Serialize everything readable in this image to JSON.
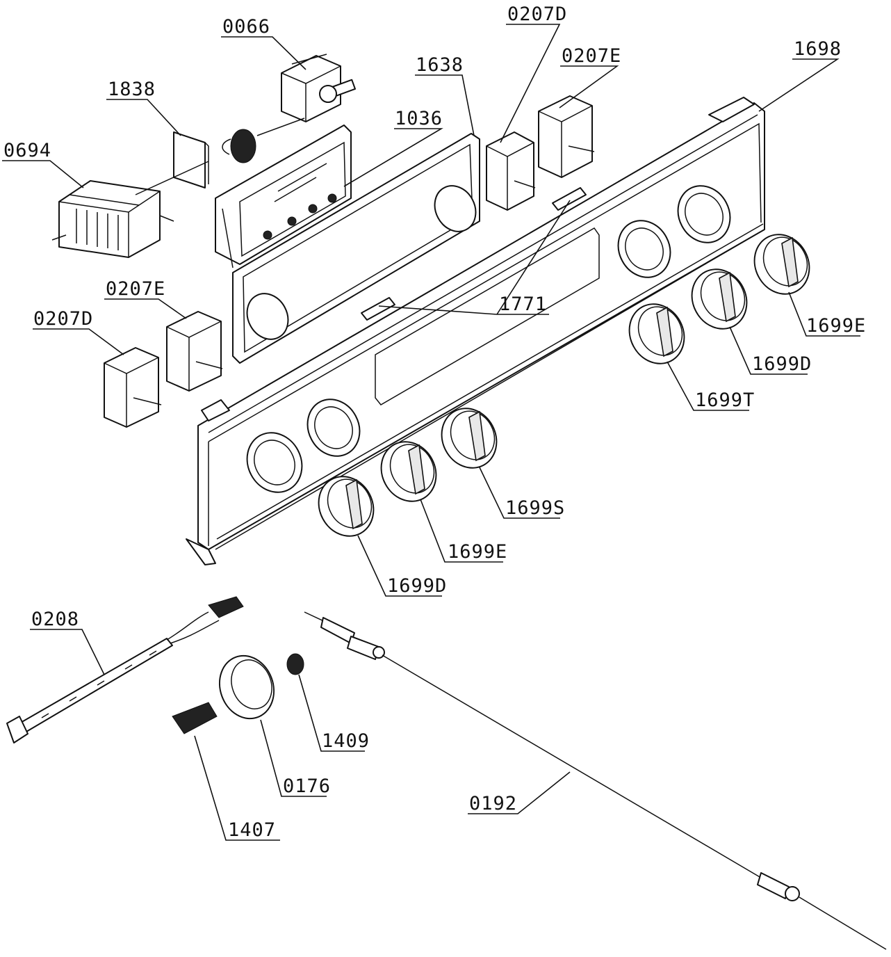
{
  "callouts": {
    "c0066": "0066",
    "c1838": "1838",
    "c0694": "0694",
    "c1036": "1036",
    "c1638": "1638",
    "c0207D_top": "0207D",
    "c0207E_top": "0207E",
    "c1698": "1698",
    "c1771": "1771",
    "c0207E_left": "0207E",
    "c0207D_left": "0207D",
    "c1699E_right": "1699E",
    "c1699D_right": "1699D",
    "c1699T": "1699T",
    "c1699S": "1699S",
    "c1699E_mid": "1699E",
    "c1699D_mid": "1699D",
    "c0208": "0208",
    "c1409": "1409",
    "c0176": "0176",
    "c1407": "1407",
    "c0192": "0192"
  }
}
